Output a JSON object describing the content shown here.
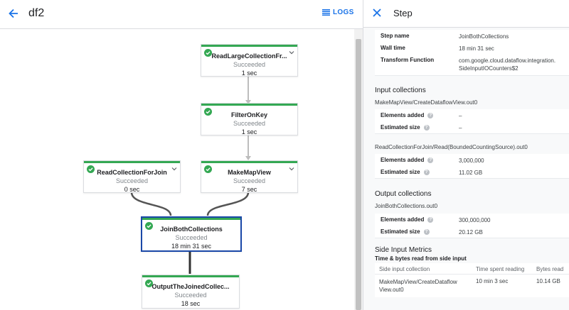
{
  "header": {
    "title": "df2",
    "logs_label": "LOGS"
  },
  "nodes": [
    {
      "name": "ReadLargeCollectionFr...",
      "status": "Succeeded",
      "time": "1 sec"
    },
    {
      "name": "FilterOnKey",
      "status": "Succeeded",
      "time": "1 sec"
    },
    {
      "name": "ReadCollectionForJoin",
      "status": "Succeeded",
      "time": "0 sec"
    },
    {
      "name": "MakeMapView",
      "status": "Succeeded",
      "time": "7 sec"
    },
    {
      "name": "JoinBothCollections",
      "status": "Succeeded",
      "time": "18 min 31 sec"
    },
    {
      "name": "OutputTheJoinedCollec...",
      "status": "Succeeded",
      "time": "18 sec"
    }
  ],
  "panel": {
    "title": "Step",
    "step_info": [
      {
        "label": "Step name",
        "value": "JoinBothCollections"
      },
      {
        "label": "Wall time",
        "value": "18 min 31 sec"
      },
      {
        "label": "Transform Function",
        "value": "com.google.cloud.dataflow.integration.",
        "value2": "SideInputIOCounters$2"
      }
    ],
    "input_title": "Input collections",
    "inputs": [
      {
        "name": "MakeMapView/CreateDataflowView.out0",
        "elements_label": "Elements added",
        "elements": "–",
        "size_label": "Estimated size",
        "size": "–"
      },
      {
        "name": "ReadCollectionForJoin/Read(BoundedCountingSource).out0",
        "elements_label": "Elements added",
        "elements": "3,000,000",
        "size_label": "Estimated size",
        "size": "11.02 GB"
      }
    ],
    "output_title": "Output collections",
    "outputs": [
      {
        "name": "JoinBothCollections.out0",
        "elements_label": "Elements added",
        "elements": "300,000,000",
        "size_label": "Estimated size",
        "size": "20.12 GB"
      }
    ],
    "side_title": "Side Input Metrics",
    "side_sub": "Time & bytes read from side input",
    "side_cols": [
      "Side input collection",
      "Time spent reading",
      "Bytes read"
    ],
    "side_rows": [
      {
        "collection": "MakeMapView/CreateDataflow",
        "collection2": "View.out0",
        "time": "10 min 3 sec",
        "bytes": "10.14 GB"
      }
    ]
  },
  "colors": {
    "accent": "#1a73e8",
    "success": "#34a853",
    "selected": "#1a48a8"
  }
}
